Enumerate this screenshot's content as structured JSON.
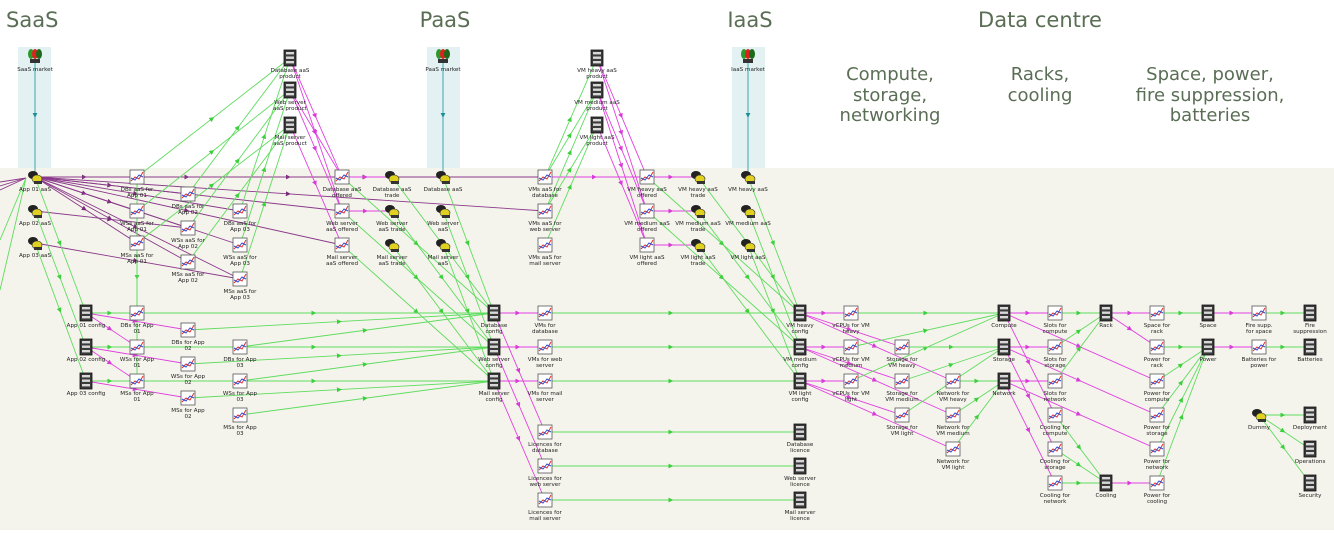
{
  "headings": {
    "saas": "SaaS",
    "paas": "PaaS",
    "iaas": "IaaS",
    "data_centre": "Data centre",
    "compute": "Compute,\nstorage,\nnetworking",
    "racks": "Racks,\ncooling",
    "space": "Space, power,\nfire suppression,\nbatteries"
  },
  "colors": {
    "background_band": "#f5f4ec",
    "market_band": "#e3f1f3",
    "green_edge": "#5edc5e",
    "magenta_edge": "#e040e0",
    "purple_edge": "#8a3a8a",
    "teal_edge": "#2aa0a8",
    "heading": "#5a6e55"
  },
  "nodes": [
    {
      "id": "saas_market",
      "label": "SaaS market",
      "type": "market"
    },
    {
      "id": "paas_market",
      "label": "PaaS market",
      "type": "market"
    },
    {
      "id": "iaas_market",
      "label": "IaaS market",
      "type": "market"
    },
    {
      "id": "db_aas_product",
      "label": "Database aaS product",
      "type": "server"
    },
    {
      "id": "web_aas_product",
      "label": "Web server aaS product",
      "type": "server"
    },
    {
      "id": "mail_aas_product",
      "label": "Mail server aaS product",
      "type": "server"
    },
    {
      "id": "vmh_aas_product",
      "label": "VM heavy aaS product",
      "type": "server"
    },
    {
      "id": "vmm_aas_product",
      "label": "VM medium aaS product",
      "type": "server"
    },
    {
      "id": "vml_aas_product",
      "label": "VM light aaS product",
      "type": "server"
    },
    {
      "id": "app01_aas",
      "label": "App 01 aaS",
      "type": "actor"
    },
    {
      "id": "app02_aas",
      "label": "App 02 aaS",
      "type": "actor"
    },
    {
      "id": "app03_aas",
      "label": "App 03 aaS",
      "type": "actor"
    },
    {
      "id": "dbs_aas_app01",
      "label": "DBs aaS for App 01",
      "type": "chart"
    },
    {
      "id": "wss_aas_app01",
      "label": "WSs aaS for App 01",
      "type": "chart"
    },
    {
      "id": "mss_aas_app01",
      "label": "MSs aaS for App 01",
      "type": "chart"
    },
    {
      "id": "dbs_aas_app02",
      "label": "DBs aaS for App 02",
      "type": "chart"
    },
    {
      "id": "wss_aas_app02",
      "label": "WSs aaS for App 02",
      "type": "chart"
    },
    {
      "id": "mss_aas_app02",
      "label": "MSs aaS for App 02",
      "type": "chart"
    },
    {
      "id": "dbs_aas_app03",
      "label": "DBs aaS for App 03",
      "type": "chart"
    },
    {
      "id": "wss_aas_app03",
      "label": "WSs aaS for App 03",
      "type": "chart"
    },
    {
      "id": "mss_aas_app03",
      "label": "MSs aaS for App 03",
      "type": "chart"
    },
    {
      "id": "db_aas_offered",
      "label": "Database aaS offered",
      "type": "chart"
    },
    {
      "id": "web_aas_offered",
      "label": "Web server aaS offered",
      "type": "chart"
    },
    {
      "id": "mail_aas_offered",
      "label": "Mail server aaS offered",
      "type": "chart"
    },
    {
      "id": "db_aas_trade",
      "label": "Database aaS trade",
      "type": "actor"
    },
    {
      "id": "web_aas_trade",
      "label": "Web server aaS trade",
      "type": "actor"
    },
    {
      "id": "mail_aas_trade",
      "label": "Mail server aaS trade",
      "type": "actor"
    },
    {
      "id": "db_aas",
      "label": "Database aaS",
      "type": "actor"
    },
    {
      "id": "web_aas",
      "label": "Web server aaS",
      "type": "actor"
    },
    {
      "id": "mail_aas",
      "label": "Mail server aaS",
      "type": "actor"
    },
    {
      "id": "vms_aas_db",
      "label": "VMs aaS for database",
      "type": "chart"
    },
    {
      "id": "vms_aas_web",
      "label": "VMs aaS for web server",
      "type": "chart"
    },
    {
      "id": "vms_aas_mail",
      "label": "VMs aaS for mail server",
      "type": "chart"
    },
    {
      "id": "vmh_aas_offered",
      "label": "VM heavy aaS offered",
      "type": "chart"
    },
    {
      "id": "vmm_aas_offered",
      "label": "VM medium aaS offered",
      "type": "chart"
    },
    {
      "id": "vml_aas_offered",
      "label": "VM light aaS offered",
      "type": "chart"
    },
    {
      "id": "vmh_aas_trade",
      "label": "VM heavy aaS trade",
      "type": "actor"
    },
    {
      "id": "vmm_aas_trade",
      "label": "VM medium aaS trade",
      "type": "actor"
    },
    {
      "id": "vml_aas_trade",
      "label": "VM light aaS trade",
      "type": "actor"
    },
    {
      "id": "vmh_aas",
      "label": "VM heavy aaS",
      "type": "actor"
    },
    {
      "id": "vmm_aas",
      "label": "VM medium aaS",
      "type": "actor"
    },
    {
      "id": "vml_aas",
      "label": "VM light aaS",
      "type": "actor"
    },
    {
      "id": "app01_config",
      "label": "App 01 config",
      "type": "server"
    },
    {
      "id": "app02_config",
      "label": "App 02 config",
      "type": "server"
    },
    {
      "id": "app03_config",
      "label": "App 03 config",
      "type": "server"
    },
    {
      "id": "dbs_app01",
      "label": "DBs for App 01",
      "type": "chart"
    },
    {
      "id": "wss_app01",
      "label": "WSs for App 01",
      "type": "chart"
    },
    {
      "id": "mss_app01",
      "label": "MSs for App 01",
      "type": "chart"
    },
    {
      "id": "dbs_app02",
      "label": "DBs for App 02",
      "type": "chart"
    },
    {
      "id": "wss_app02",
      "label": "WSs for App 02",
      "type": "chart"
    },
    {
      "id": "mss_app02",
      "label": "MSs for App 02",
      "type": "chart"
    },
    {
      "id": "dbs_app03",
      "label": "DBs for App 03",
      "type": "chart"
    },
    {
      "id": "wss_app03",
      "label": "WSs for App 03",
      "type": "chart"
    },
    {
      "id": "mss_app03",
      "label": "MSs for App 03",
      "type": "chart"
    },
    {
      "id": "db_config",
      "label": "Database config",
      "type": "server"
    },
    {
      "id": "web_config",
      "label": "Web server config",
      "type": "server"
    },
    {
      "id": "mail_config",
      "label": "Mail server config",
      "type": "server"
    },
    {
      "id": "vms_db",
      "label": "VMs for database",
      "type": "chart"
    },
    {
      "id": "vms_web",
      "label": "VMs for web server",
      "type": "chart"
    },
    {
      "id": "vms_mail",
      "label": "VMs for mail server",
      "type": "chart"
    },
    {
      "id": "lic_db",
      "label": "Licences for database",
      "type": "chart"
    },
    {
      "id": "lic_web",
      "label": "Licences for web server",
      "type": "chart"
    },
    {
      "id": "lic_mail",
      "label": "Licences for mail server",
      "type": "chart"
    },
    {
      "id": "db_licence",
      "label": "Database licence",
      "type": "server"
    },
    {
      "id": "web_licence",
      "label": "Web server licence",
      "type": "server"
    },
    {
      "id": "mail_licence",
      "label": "Mail server licence",
      "type": "server"
    },
    {
      "id": "vmh_config",
      "label": "VM heavy config",
      "type": "server"
    },
    {
      "id": "vmm_config",
      "label": "VM medium config",
      "type": "server"
    },
    {
      "id": "vml_config",
      "label": "VM light config",
      "type": "server"
    },
    {
      "id": "vcpu_vmh",
      "label": "vCPUs for VM heavy",
      "type": "chart"
    },
    {
      "id": "vcpu_vmm",
      "label": "vCPUs for VM medium",
      "type": "chart"
    },
    {
      "id": "vcpu_vml",
      "label": "vCPUs for VM light",
      "type": "chart"
    },
    {
      "id": "stor_vmh",
      "label": "Storage for VM heavy",
      "type": "chart"
    },
    {
      "id": "stor_vmm",
      "label": "Storage for VM medium",
      "type": "chart"
    },
    {
      "id": "stor_vml",
      "label": "Storage for VM light",
      "type": "chart"
    },
    {
      "id": "net_vmh",
      "label": "Network for VM heavy",
      "type": "chart"
    },
    {
      "id": "net_vmm",
      "label": "Network for VM medium",
      "type": "chart"
    },
    {
      "id": "net_vml",
      "label": "Network for VM light",
      "type": "chart"
    },
    {
      "id": "compute",
      "label": "Compute",
      "type": "server"
    },
    {
      "id": "storage",
      "label": "Storage",
      "type": "server"
    },
    {
      "id": "network",
      "label": "Network",
      "type": "server"
    },
    {
      "id": "slots_compute",
      "label": "Slots for compute",
      "type": "chart"
    },
    {
      "id": "slots_storage",
      "label": "Slots for storage",
      "type": "chart"
    },
    {
      "id": "slots_network",
      "label": "Slots for network",
      "type": "chart"
    },
    {
      "id": "cool_compute",
      "label": "Cooling for compute",
      "type": "chart"
    },
    {
      "id": "cool_storage",
      "label": "Cooling for storage",
      "type": "chart"
    },
    {
      "id": "cool_network",
      "label": "Cooling for network",
      "type": "chart"
    },
    {
      "id": "rack",
      "label": "Rack",
      "type": "server"
    },
    {
      "id": "cooling",
      "label": "Cooling",
      "type": "server"
    },
    {
      "id": "space_rack",
      "label": "Space for rack",
      "type": "chart"
    },
    {
      "id": "power_rack",
      "label": "Power for rack",
      "type": "chart"
    },
    {
      "id": "power_compute",
      "label": "Power for compute",
      "type": "chart"
    },
    {
      "id": "power_storage",
      "label": "Power for storage",
      "type": "chart"
    },
    {
      "id": "power_network",
      "label": "Power for network",
      "type": "chart"
    },
    {
      "id": "power_cooling",
      "label": "Power for cooling",
      "type": "chart"
    },
    {
      "id": "space",
      "label": "Space",
      "type": "server"
    },
    {
      "id": "power",
      "label": "Power",
      "type": "server"
    },
    {
      "id": "fire_supp_space",
      "label": "Fire supp. for space",
      "type": "chart"
    },
    {
      "id": "batteries_power",
      "label": "Batteries for power",
      "type": "chart"
    },
    {
      "id": "fire_suppression",
      "label": "Fire suppression",
      "type": "server"
    },
    {
      "id": "batteries",
      "label": "Batteries",
      "type": "server"
    },
    {
      "id": "dummy",
      "label": "Dummy",
      "type": "actor"
    },
    {
      "id": "deployment",
      "label": "Deployment",
      "type": "server"
    },
    {
      "id": "operations",
      "label": "Operations",
      "type": "server"
    },
    {
      "id": "security",
      "label": "Security",
      "type": "server"
    }
  ]
}
